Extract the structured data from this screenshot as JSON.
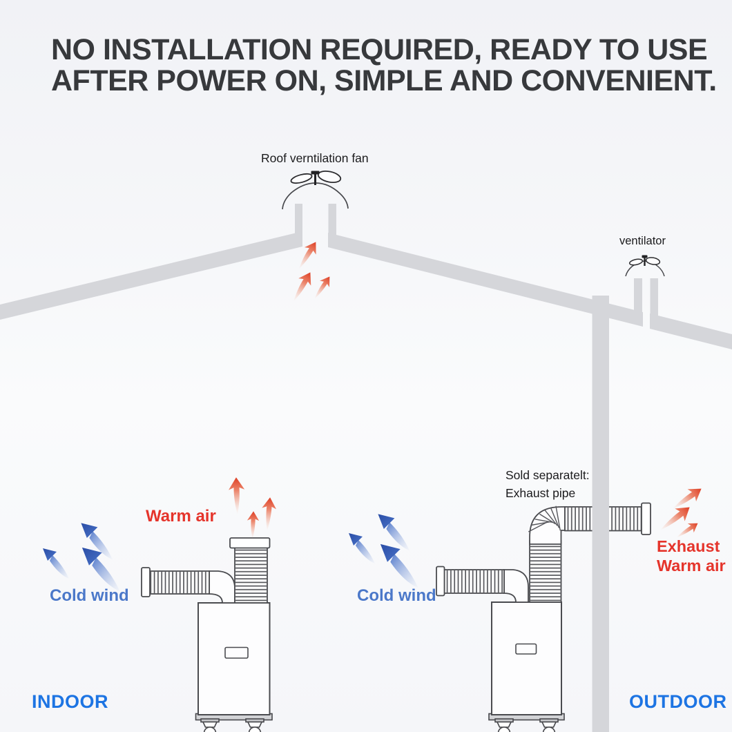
{
  "title": {
    "line1": "NO INSTALLATION REQUIRED, READY TO USE",
    "line2": "AFTER POWER ON, SIMPLE AND CONVENIENT."
  },
  "labels": {
    "roof_fan": "Roof verntilation fan",
    "ventilator": "ventilator",
    "sold_separately_line1": "Sold separatelt:",
    "sold_separately_line2": "Exhaust pipe",
    "warm_air": "Warm air",
    "cold_wind_left": "Cold wind",
    "cold_wind_right": "Cold wind",
    "exhaust_line1": "Exhaust",
    "exhaust_line2": "Warm air",
    "indoor": "INDOOR",
    "outdoor": "OUTDOOR"
  },
  "icons": {
    "roof_fan": "propeller-fan-icon",
    "ventilator": "propeller-fan-icon"
  },
  "colors": {
    "title_text": "#37393c",
    "building_gray": "#d5d6da",
    "outline_gray": "#46474b",
    "warm_air_red": "#e5342b",
    "cold_wind_blue": "#4b78c9",
    "zone_label_blue": "#1d74e3",
    "arrow_red": "#dd3d24",
    "arrow_blue_dark": "#2a4da6"
  }
}
